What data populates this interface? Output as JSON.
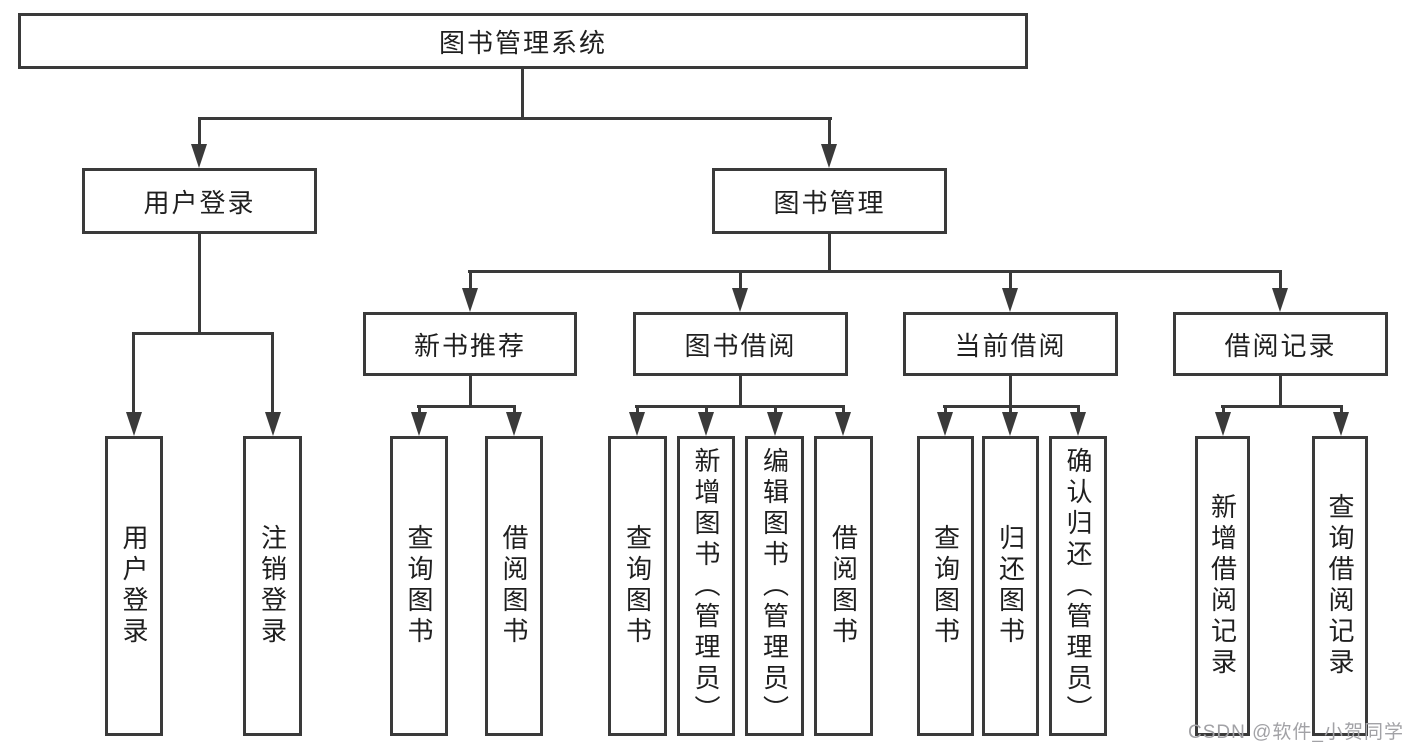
{
  "diagram_title": "图书管理系统",
  "tree": {
    "label": "图书管理系统",
    "children": [
      {
        "label": "用户登录",
        "children": [
          {
            "label": "用户登录"
          },
          {
            "label": "注销登录"
          }
        ]
      },
      {
        "label": "图书管理",
        "children": [
          {
            "label": "新书推荐",
            "children": [
              {
                "label": "查询图书"
              },
              {
                "label": "借阅图书"
              }
            ]
          },
          {
            "label": "图书借阅",
            "children": [
              {
                "label": "查询图书"
              },
              {
                "label": "新增图书（管理员）"
              },
              {
                "label": "编辑图书（管理员）"
              },
              {
                "label": "借阅图书"
              }
            ]
          },
          {
            "label": "当前借阅",
            "children": [
              {
                "label": "查询图书"
              },
              {
                "label": "归还图书"
              },
              {
                "label": "确认归还（管理员）"
              }
            ]
          },
          {
            "label": "借阅记录",
            "children": [
              {
                "label": "新增借阅记录"
              },
              {
                "label": "查询借阅记录"
              }
            ]
          }
        ]
      }
    ]
  },
  "watermark": {
    "text": "CSDN @软件_小贺同学"
  },
  "colors": {
    "line": "#3a3a3a",
    "text": "#1f1f1f",
    "background": "#ffffff",
    "watermark": "#a2a2a6"
  }
}
